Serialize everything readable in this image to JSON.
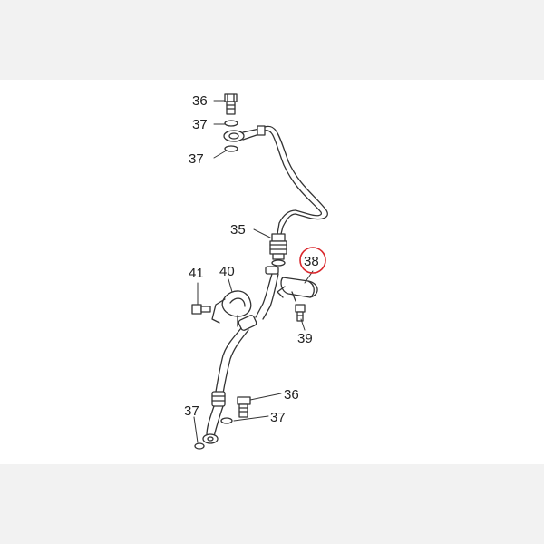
{
  "colors": {
    "background": "#f2f2f2",
    "diagram_bg": "#ffffff",
    "line": "#333333",
    "highlight": "#d9262b"
  },
  "callouts": [
    {
      "id": "c36a",
      "text": "36"
    },
    {
      "id": "c37a",
      "text": "37"
    },
    {
      "id": "c37b",
      "text": "37"
    },
    {
      "id": "c35",
      "text": "35"
    },
    {
      "id": "c38",
      "text": "38",
      "highlighted": true
    },
    {
      "id": "c41",
      "text": "41"
    },
    {
      "id": "c40",
      "text": "40"
    },
    {
      "id": "c39",
      "text": "39"
    },
    {
      "id": "c36b",
      "text": "36"
    },
    {
      "id": "c37c",
      "text": "37"
    },
    {
      "id": "c37d",
      "text": "37"
    }
  ]
}
